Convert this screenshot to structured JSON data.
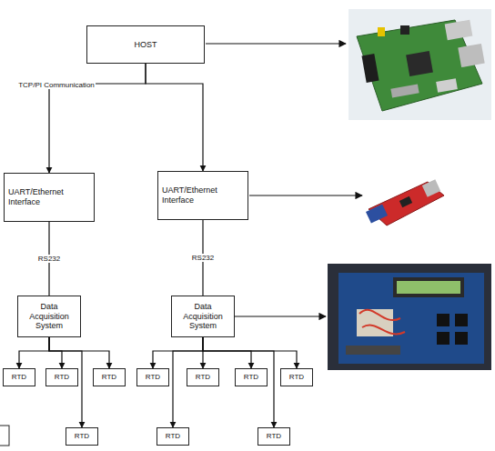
{
  "diagram": {
    "nodes": [
      {
        "text": [
          "HOST"
        ]
      },
      {
        "text": [
          "UART/Ethernet Interface"
        ]
      },
      {
        "text": [
          "UART/Ethernet Interface"
        ]
      },
      {
        "text": [
          "Data Acquisition System"
        ]
      },
      {
        "text": [
          "Data Acquisition System"
        ]
      },
      {
        "text": [
          "RTD"
        ]
      },
      {
        "text": [
          "RTD"
        ]
      },
      {
        "text": [
          "RTD"
        ]
      },
      {
        "text": [
          "RTD"
        ]
      },
      {
        "text": [
          "RTD"
        ]
      },
      {
        "text": [
          "RTD"
        ]
      },
      {
        "text": [
          "RTD"
        ]
      },
      {
        "text": [
          "RTD"
        ]
      },
      {
        "text": [
          "RTD"
        ]
      },
      {
        "text": [
          "RTD"
        ]
      }
    ],
    "edges": [
      {
        "from": 0,
        "to": 1,
        "arrow": "to"
      },
      {
        "from": 0,
        "to": 2,
        "arrow": "to"
      },
      {
        "from": 1,
        "to": 3,
        "arrow": "none"
      },
      {
        "from": 2,
        "to": 4,
        "arrow": "none"
      },
      {
        "from": 3,
        "to": 5,
        "arrow": "to"
      },
      {
        "from": 3,
        "to": 6,
        "arrow": "to"
      },
      {
        "from": 3,
        "to": 7,
        "arrow": "to"
      },
      {
        "from": 3,
        "to": 8,
        "arrow": "to"
      },
      {
        "from": 4,
        "to": 9,
        "arrow": "to"
      },
      {
        "from": 4,
        "to": 10,
        "arrow": "to"
      },
      {
        "from": 4,
        "to": 11,
        "arrow": "to"
      },
      {
        "from": 4,
        "to": 12,
        "arrow": "to"
      },
      {
        "from": 4,
        "to": 13,
        "arrow": "to"
      },
      {
        "from": 4,
        "to": 14,
        "arrow": "to"
      }
    ],
    "labels": [
      "TCP/PI Communication",
      "RS232",
      "RS232"
    ]
  }
}
